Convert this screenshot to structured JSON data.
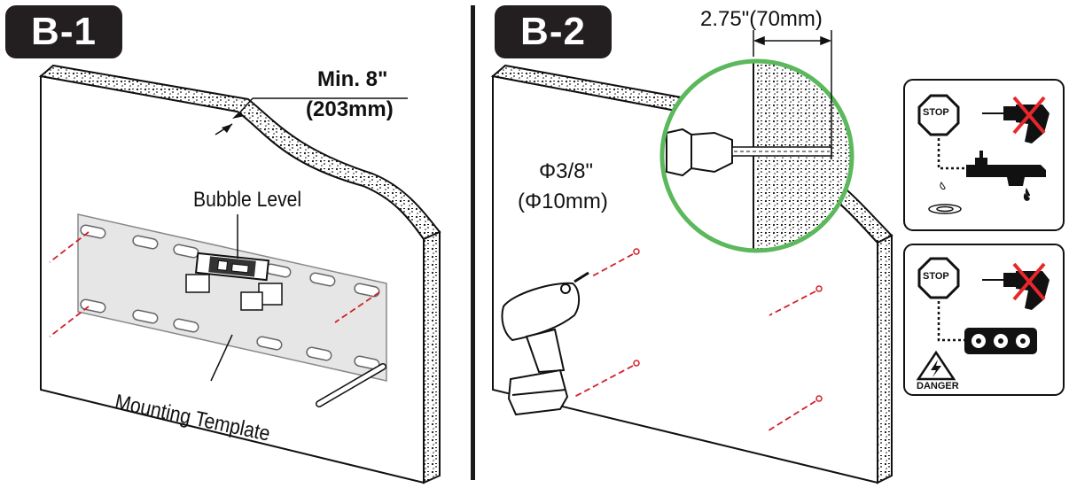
{
  "steps": {
    "b1": {
      "badge": "B-1",
      "min_distance_in": "Min. 8\"",
      "min_distance_mm": "(203mm)",
      "bubble_level": "Bubble Level",
      "mounting_template": "Mounting Template"
    },
    "b2": {
      "badge": "B-2",
      "depth": "2.75\"(70mm)",
      "diameter_in": "Φ3/8\"",
      "diameter_mm": "(Φ10mm)",
      "stop_1": "STOP",
      "stop_2": "STOP",
      "danger": "DANGER"
    }
  },
  "colors": {
    "badge_bg": "#231f20",
    "magnifier_ring": "#5cb85c",
    "warning_x": "#e8262b",
    "drill_line": "#d42027",
    "template_fill": "#e6e6e6"
  },
  "icons": [
    "stop-sign-icon",
    "drill-icon",
    "water-tap-icon",
    "power-outlet-icon",
    "danger-electric-icon",
    "bubble-level-icon",
    "power-drill-icon",
    "magnifier-icon"
  ]
}
